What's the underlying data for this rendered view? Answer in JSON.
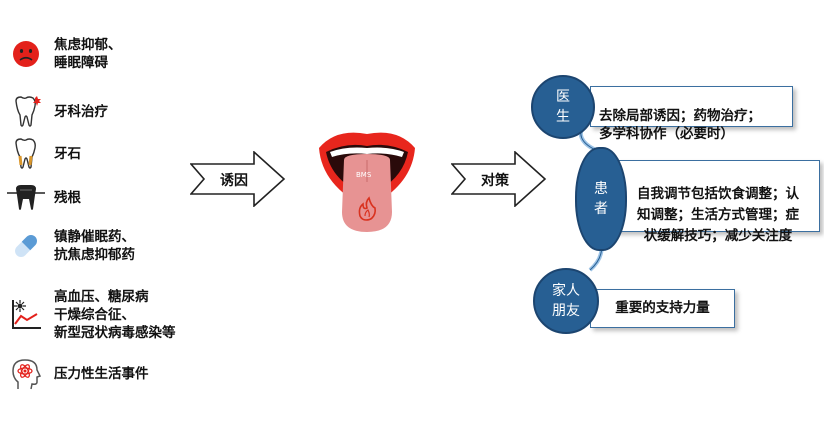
{
  "causes": [
    {
      "icon": "sad-face-icon",
      "text": "焦虑抑郁、\n睡眠障碍"
    },
    {
      "icon": "tooth-inflamed-icon",
      "text": "牙科治疗"
    },
    {
      "icon": "tooth-tartar-icon",
      "text": "牙石"
    },
    {
      "icon": "tooth-root-icon",
      "text": "残根"
    },
    {
      "icon": "pill-capsule-icon",
      "text": "镇静催眠药、\n抗焦虑抑郁药"
    },
    {
      "icon": "blood-pressure-chart-icon",
      "text": "高血压、糖尿病\n干燥综合征、\n新型冠状病毒感染等"
    },
    {
      "icon": "head-atom-icon",
      "text": "压力性生活事件"
    }
  ],
  "arrows": {
    "cause_label": "诱因",
    "response_label": "对策"
  },
  "mouth": {
    "label": "BMS"
  },
  "actors": [
    {
      "name": "医\n生",
      "action": "去除局部诱因；药物治疗；\n多学科协作（必要时）"
    },
    {
      "name": "患\n者",
      "action": "自我调节包括饮食调整；认\n知调整；生活方式管理；症\n状缓解技巧；减少关注度"
    },
    {
      "name": "家人\n朋友",
      "action": "重要的支持力量"
    }
  ],
  "colors": {
    "node": "#275f93",
    "lips": "#e8261d",
    "tongue": "#e79393",
    "connector": "#9dc3e6"
  }
}
